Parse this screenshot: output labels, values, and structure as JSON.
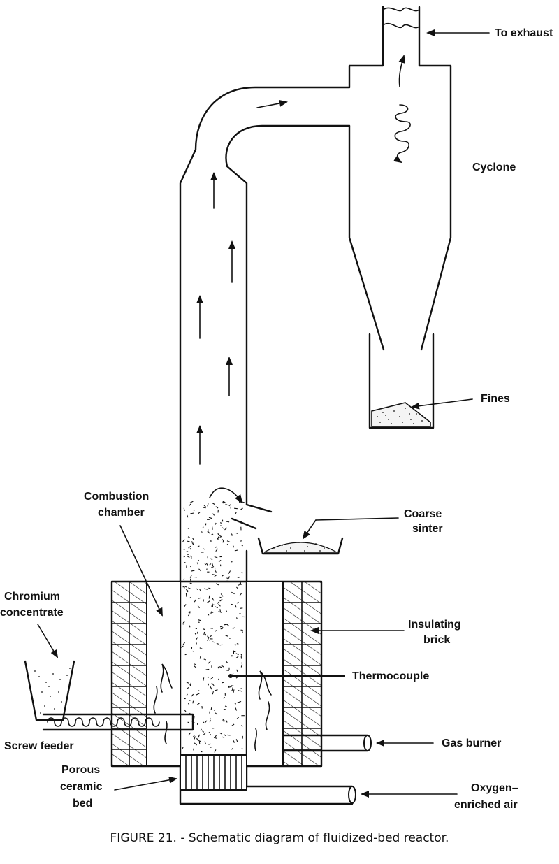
{
  "labels": {
    "to_exhaust": "To exhaust",
    "cyclone": "Cyclone",
    "fines": "Fines",
    "combustion_chamber_line1": "Combustion",
    "combustion_chamber_line2": "chamber",
    "coarse_sinter_line1": "Coarse",
    "coarse_sinter_line2": "sinter",
    "chromium_concentrate_line1": "Chromium",
    "chromium_concentrate_line2": "concentrate",
    "insulating_brick_line1": "Insulating",
    "insulating_brick_line2": "brick",
    "thermocouple": "Thermocouple",
    "screw_feeder": "Screw feeder",
    "gas_burner": "Gas burner",
    "porous_ceramic_bed_line1": "Porous",
    "porous_ceramic_bed_line2": "ceramic",
    "porous_ceramic_bed_line3": "bed",
    "oxygen_enriched_air_line1": "Oxygen–",
    "oxygen_enriched_air_line2": "enriched air"
  },
  "caption": "FIGURE 21. - Schematic diagram of fluidized-bed reactor."
}
